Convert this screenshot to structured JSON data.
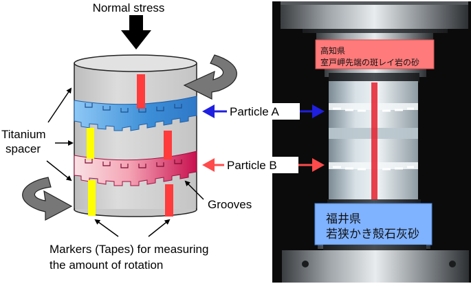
{
  "figure": {
    "diagram": {
      "normal_stress": "Normal stress",
      "titanium_line1": "Titanium",
      "titanium_line2": "spacer",
      "grooves": "Grooves",
      "markers_line1": "Markers (Tapes) for measuring",
      "markers_line2": "the amount of rotation"
    },
    "photo": {
      "particle_a": "Particle A",
      "particle_b": "Particle B",
      "label_top_line1": "高知県",
      "label_top_line2": "室戸岬先端の斑レイ岩の砂",
      "label_bottom_line1": "福井県",
      "label_bottom_line2": "若狭かき殻石灰砂"
    }
  },
  "colors": {
    "arrow_a": "#1f1fe0",
    "arrow_b": "#ff4b4b",
    "cylinder": "#d4d4d4",
    "band_a": "#3d8fd8",
    "band_b_light": "#ffd6dc",
    "band_b_dark": "#d01a5a",
    "marker_red": "#ff3b3b",
    "marker_yellow": "#ffff00",
    "label_top": "#ff7a7a",
    "label_bottom": "#7fb2ff"
  }
}
